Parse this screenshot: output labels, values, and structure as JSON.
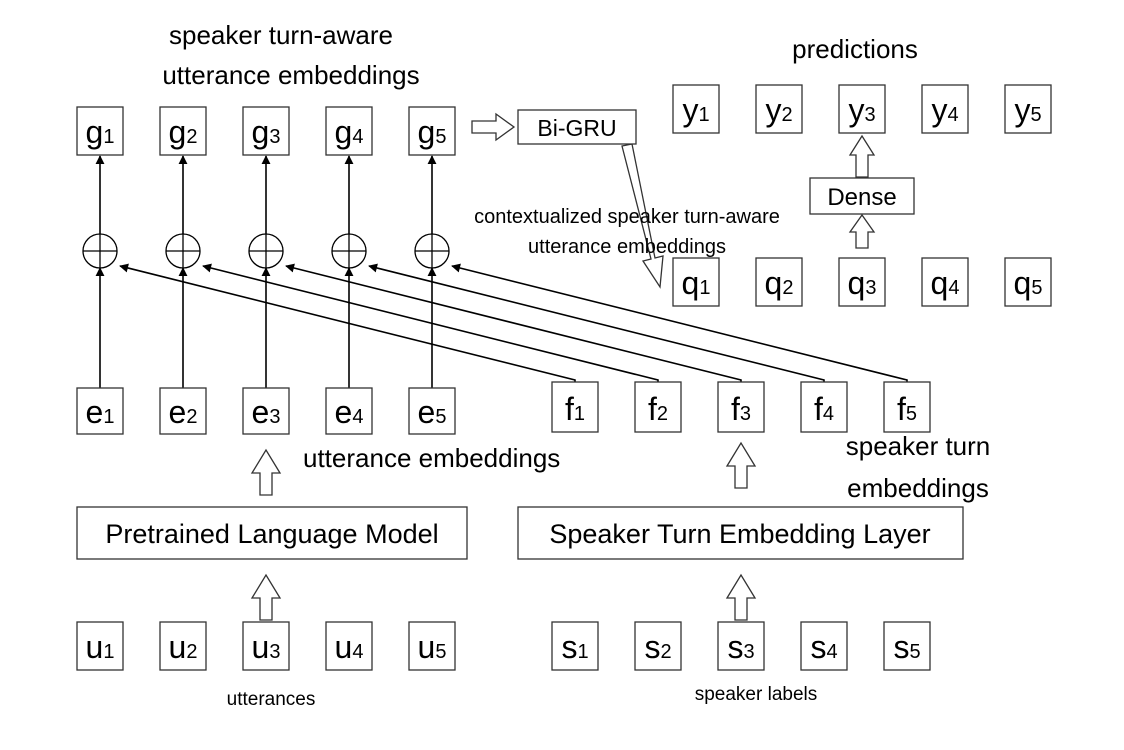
{
  "utterances_row": {
    "letter": "u",
    "indices": [
      "1",
      "2",
      "3",
      "4",
      "5"
    ],
    "caption": "utterances"
  },
  "speaker_labels_row": {
    "letter": "s",
    "indices": [
      "1",
      "2",
      "3",
      "4",
      "5"
    ],
    "caption": "speaker labels"
  },
  "language_model": {
    "label": "Pretrained Language Model"
  },
  "speaker_turn_layer": {
    "label": "Speaker Turn Embedding Layer"
  },
  "utterance_embeddings_row": {
    "letter": "e",
    "indices": [
      "1",
      "2",
      "3",
      "4",
      "5"
    ],
    "caption": "utterance embeddings"
  },
  "speaker_turn_embeddings_row": {
    "letter": "f",
    "indices": [
      "1",
      "2",
      "3",
      "4",
      "5"
    ],
    "caption_line1": "speaker turn",
    "caption_line2": "embeddings"
  },
  "turn_aware_row": {
    "letter": "g",
    "indices": [
      "1",
      "2",
      "3",
      "4",
      "5"
    ],
    "caption_line1": "speaker turn-aware",
    "caption_line2": "utterance embeddings"
  },
  "bigru": {
    "label": "Bi-GRU"
  },
  "contextualized_row": {
    "letter": "q",
    "indices": [
      "1",
      "2",
      "3",
      "4",
      "5"
    ],
    "caption_line1": "contextualized speaker turn-aware",
    "caption_line2": "utterance embeddings"
  },
  "dense": {
    "label": "Dense"
  },
  "predictions_row": {
    "letter": "y",
    "indices": [
      "1",
      "2",
      "3",
      "4",
      "5"
    ],
    "caption": "predictions"
  }
}
